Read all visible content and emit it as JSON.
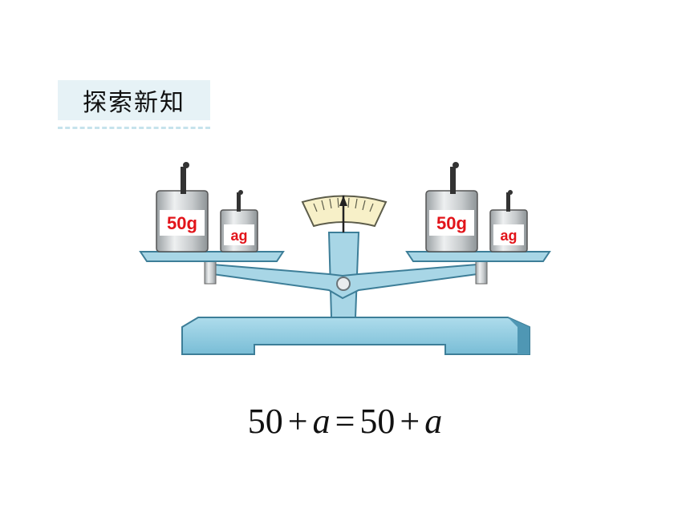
{
  "section": {
    "label": "探索新知"
  },
  "scale": {
    "left_pan": {
      "weights": [
        "50g",
        "ag"
      ]
    },
    "right_pan": {
      "weights": [
        "50g",
        "ag"
      ]
    },
    "dial_reading": 0
  },
  "equation": {
    "left_a": "50",
    "plus1": "+",
    "var1": "a",
    "equals": "=",
    "right_a": "50",
    "plus2": "+",
    "var2": "a"
  },
  "colors": {
    "beam": "#a8d6e6",
    "beam_stroke": "#3d7e98",
    "base": "#86c6dd",
    "weight_label": "#e2141a",
    "metal": "#c8cbcc"
  }
}
